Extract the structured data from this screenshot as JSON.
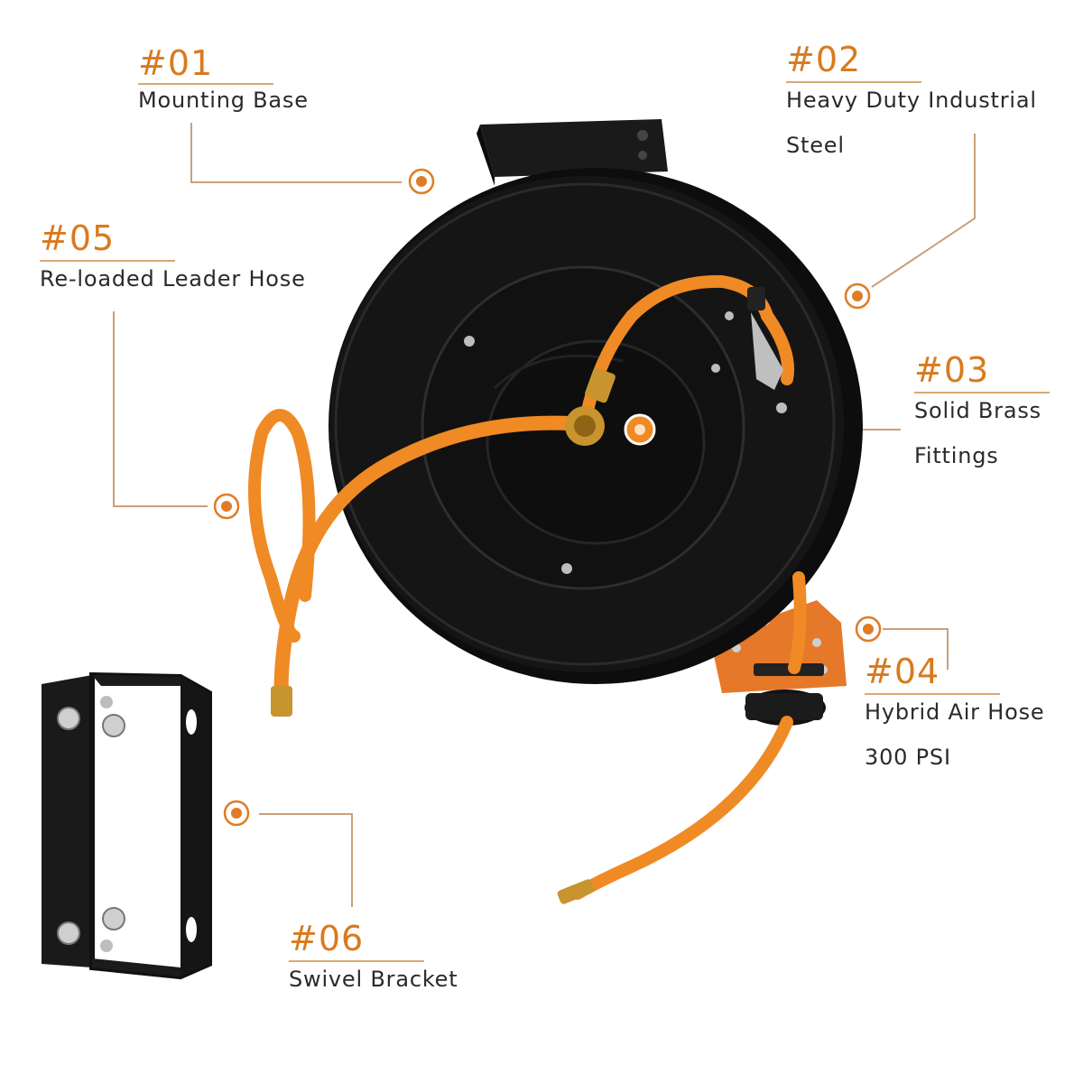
{
  "accent_color": "#d97a1e",
  "leader_color": "#c9a07a",
  "callouts": [
    {
      "num": "#01",
      "lines": [
        "Mounting Base"
      ]
    },
    {
      "num": "#02",
      "lines": [
        "Heavy Duty Industrial",
        "Steel"
      ]
    },
    {
      "num": "#03",
      "lines": [
        "Solid Brass",
        "Fittings"
      ]
    },
    {
      "num": "#04",
      "lines": [
        "Hybrid Air Hose",
        "300 PSI"
      ]
    },
    {
      "num": "#05",
      "lines": [
        "Re-loaded Leader Hose"
      ]
    },
    {
      "num": "#06",
      "lines": [
        "Swivel Bracket"
      ]
    }
  ],
  "product": {
    "name": "hose-reel",
    "reel_color": "#111111",
    "hose_color": "#f08a24",
    "fitting_color": "#c8942e"
  }
}
